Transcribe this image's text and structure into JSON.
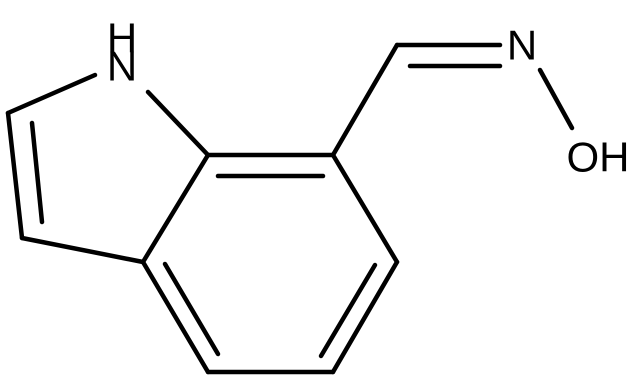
{
  "molecule": {
    "atoms": {
      "nh": "H",
      "n_indole": "N",
      "n_oxime": "N",
      "oh": "OH"
    }
  },
  "colors": {
    "bond": "#000000",
    "label": "#000000",
    "background": "#ffffff"
  }
}
